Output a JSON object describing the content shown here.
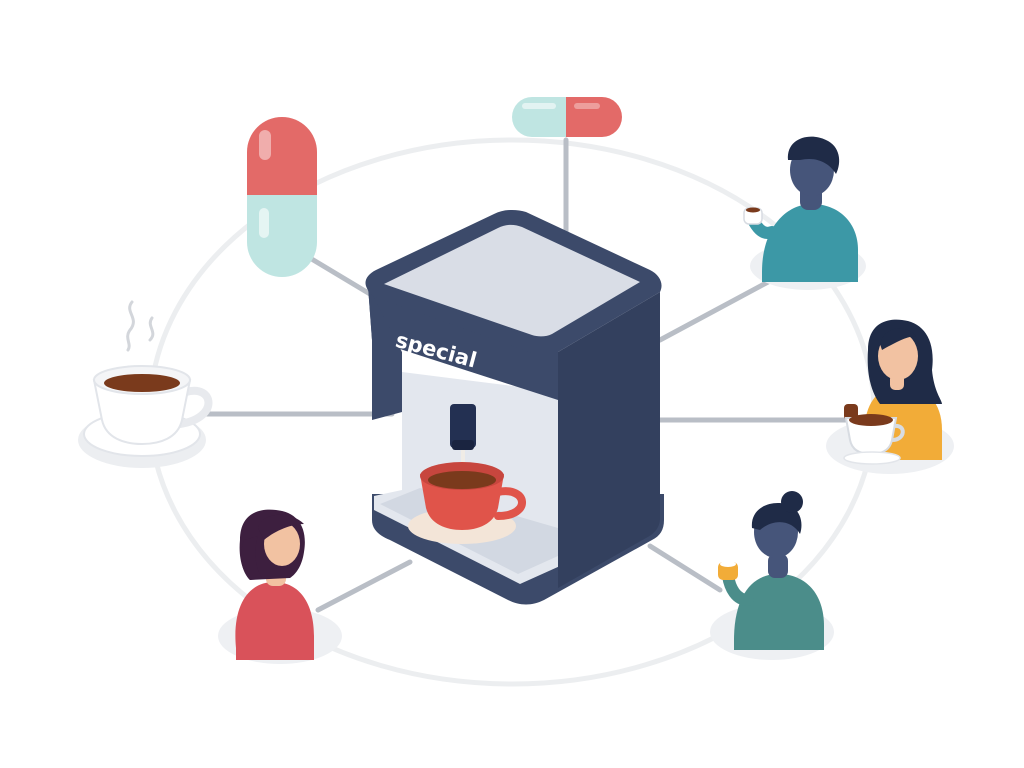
{
  "machine": {
    "label": "special"
  },
  "colors": {
    "ring": "#ecedef",
    "connector": "#b9bec6",
    "machine_body": "#3c4a6a",
    "machine_side": "#33405e",
    "machine_top": "#d9dde6",
    "machine_inner": "#e3e7ee",
    "capsule_red": "#e36a68",
    "capsule_mint": "#bfe5e2",
    "cup_red": "#e0544a",
    "coffee": "#7a3a1c",
    "person_teal": "#3c98a6",
    "person_yellow": "#f2ac38",
    "person_green": "#4b8d8a",
    "person_red": "#d9525a",
    "hair_navy": "#1f2b47",
    "hair_plum": "#3d1f3f",
    "skin_slate": "#46557a",
    "skin_peach": "#f2c2a2",
    "platform": "#eef0f3"
  },
  "nodes": [
    {
      "id": "capsule-top",
      "icon": "capsule-icon"
    },
    {
      "id": "capsule-left",
      "icon": "capsule-icon"
    },
    {
      "id": "cup-left",
      "icon": "coffee-cup-icon"
    },
    {
      "id": "person-top-right",
      "icon": "person-drinking-icon"
    },
    {
      "id": "person-right",
      "icon": "person-drinking-icon"
    },
    {
      "id": "person-bottom-right",
      "icon": "person-drinking-icon"
    },
    {
      "id": "person-bottom-left",
      "icon": "person-icon"
    }
  ]
}
